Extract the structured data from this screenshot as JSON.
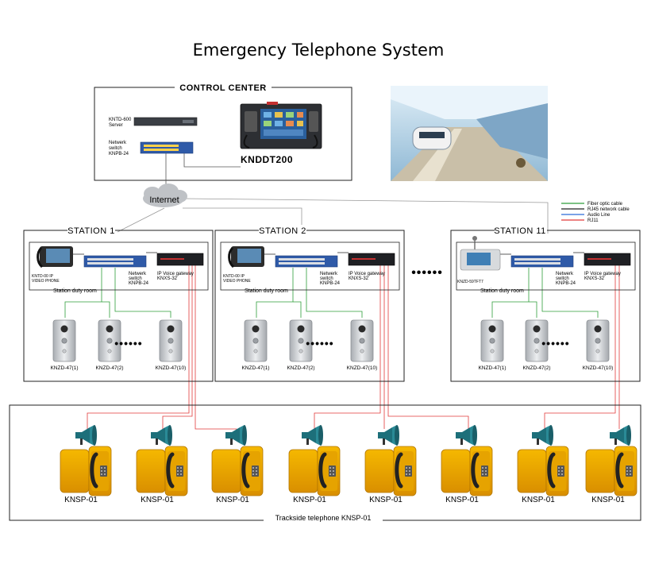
{
  "title": "Emergency Telephone System",
  "control_center": {
    "header": "CONTROL CENTER",
    "server_label_1": "KNTD-600",
    "server_label_2": "Server",
    "switch_label_1": "Netwerk",
    "switch_label_2": "switch",
    "switch_label_3": "KNPB-24",
    "console_label": "KNDDT200"
  },
  "internet_label": "Internet",
  "legend": [
    {
      "label": "Fiber optic cable",
      "color": "#2e9d3a"
    },
    {
      "label": "RJ45  network cable",
      "color": "#222222"
    },
    {
      "label": "Audio Line",
      "color": "#2b6bd8"
    },
    {
      "label": "RJ11",
      "color": "#e23a3a"
    }
  ],
  "stations": [
    {
      "header": "STATION 1",
      "phone_label_1": "KNTD-00 IP",
      "phone_label_2": "VIDEO PHONE",
      "switch_label_1": "Netwerk",
      "switch_label_2": "switch",
      "switch_label_3": "KNPB-24",
      "gateway_label_1": "IP Voice gateway",
      "gateway_label_2": "KNXS-32",
      "room_label": "Station duty room",
      "intercoms": [
        "KNZD-47(1)",
        "KNZD-47(2)",
        "KNZD-47(10)"
      ]
    },
    {
      "header": "STATION 2",
      "phone_label_1": "KNTD-00 IP",
      "phone_label_2": "VIDEO PHONE",
      "switch_label_1": "Netwerk",
      "switch_label_2": "switch",
      "switch_label_3": "KNPB-24",
      "gateway_label_1": "IP Voice gateway",
      "gateway_label_2": "KNXS-32",
      "room_label": "Station duty room",
      "intercoms": [
        "KNZD-47(1)",
        "KNZD-47(2)",
        "KNZD-47(10)"
      ]
    },
    {
      "header": "STATION 11",
      "phone_label_1": "KNZD-59TFT7",
      "phone_label_2": "",
      "switch_label_1": "Netwerk",
      "switch_label_2": "switch",
      "switch_label_3": "KNPB-24",
      "gateway_label_1": "IP Voice gateway",
      "gateway_label_2": "KNXS-32",
      "room_label": "Station duty room",
      "intercoms": [
        "KNZD-47(1)",
        "KNZD-47(2)",
        "KNZD-47(10)"
      ]
    }
  ],
  "trackside": {
    "caption": "Trackside telephone KNSP-01",
    "phones": [
      "KNSP-01",
      "KNSP-01",
      "KNSP-01",
      "KNSP-01",
      "KNSP-01",
      "KNSP-01",
      "KNSP-01",
      "KNSP-01"
    ]
  }
}
